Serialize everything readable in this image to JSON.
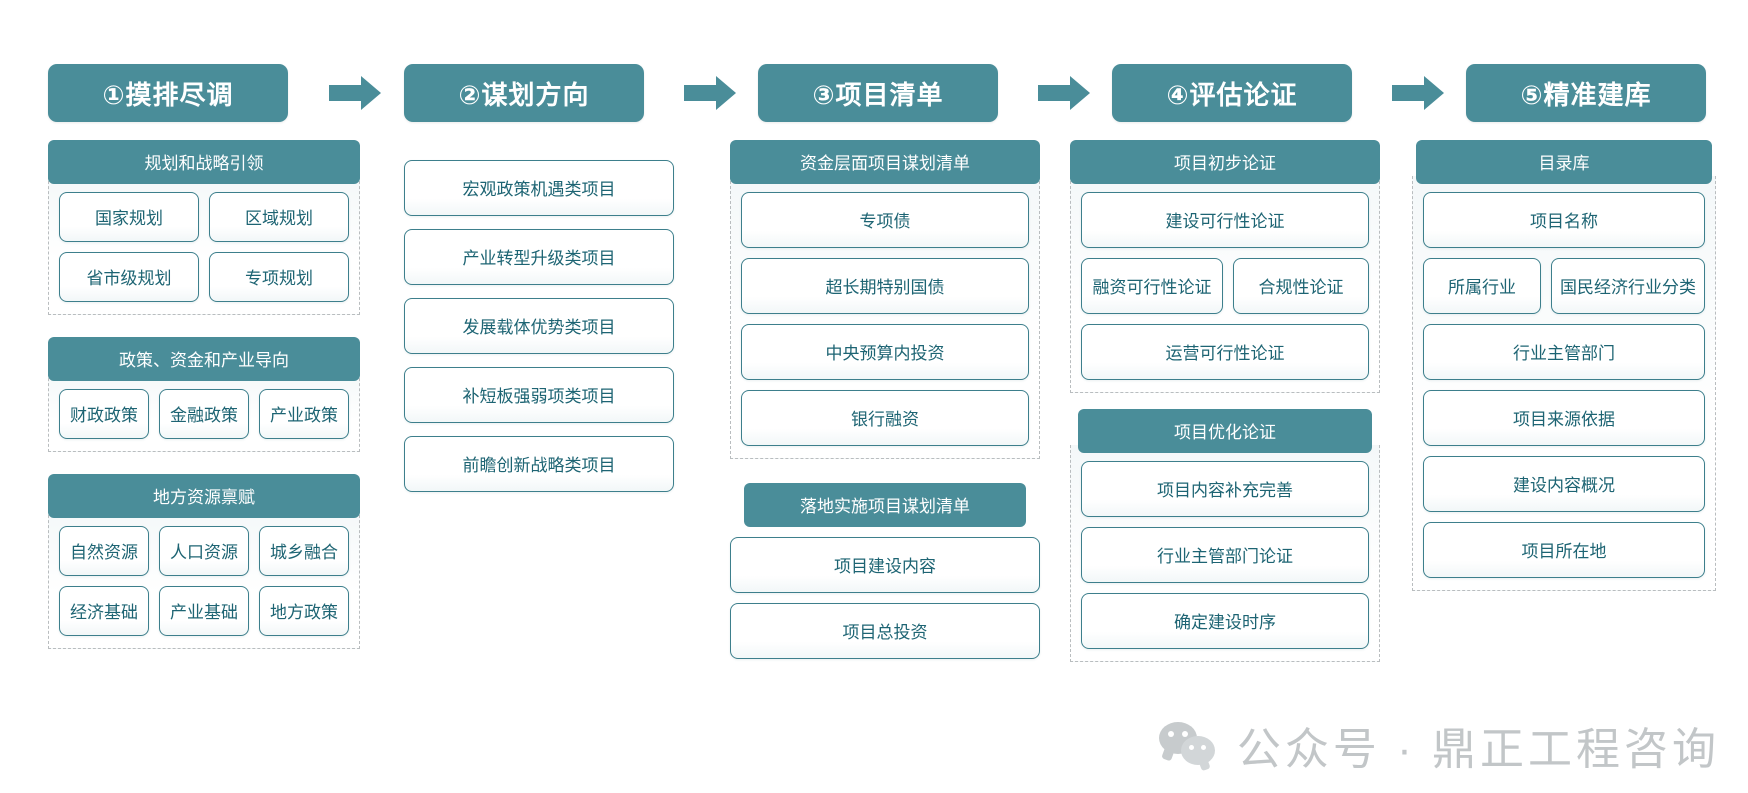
{
  "stages": [
    {
      "label": "①摸排尽调"
    },
    {
      "label": "②谋划方向"
    },
    {
      "label": "③项目清单"
    },
    {
      "label": "④评估论证"
    },
    {
      "label": "⑤精准建库"
    }
  ],
  "arrow_icon": "right-arrow-icon",
  "columns": {
    "col1": {
      "groups": [
        {
          "title": "规划和战略引领",
          "rows": [
            [
              "国家规划",
              "区域规划"
            ],
            [
              "省市级规划",
              "专项规划"
            ]
          ]
        },
        {
          "title": "政策、资金和产业导向",
          "rows": [
            [
              "财政政策",
              "金融政策",
              "产业政策"
            ]
          ]
        },
        {
          "title": "地方资源禀赋",
          "rows": [
            [
              "自然资源",
              "人口资源",
              "城乡融合"
            ],
            [
              "经济基础",
              "产业基础",
              "地方政策"
            ]
          ]
        }
      ]
    },
    "col2": {
      "items": [
        "宏观政策机遇类项目",
        "产业转型升级类项目",
        "发展载体优势类项目",
        "补短板强弱项类项目",
        "前瞻创新战略类项目"
      ]
    },
    "col3": {
      "groups": [
        {
          "title": "资金层面项目谋划清单",
          "rows": [
            [
              "专项债"
            ],
            [
              "超长期特别国债"
            ],
            [
              "中央预算内投资"
            ],
            [
              "银行融资"
            ]
          ]
        },
        {
          "title": "落地实施项目谋划清单",
          "dashed": false,
          "rows": [
            [
              "项目建设内容"
            ],
            [
              "项目总投资"
            ]
          ]
        }
      ]
    },
    "col4": {
      "groups": [
        {
          "title": "项目初步论证",
          "rows": [
            [
              "建设可行性论证"
            ],
            [
              "融资可行性论证",
              "合规性论证"
            ],
            [
              "运营可行性论证"
            ]
          ]
        },
        {
          "title": "项目优化论证",
          "rows": [
            [
              "项目内容补充完善"
            ],
            [
              "行业主管部门论证"
            ],
            [
              "确定建设时序"
            ]
          ]
        }
      ]
    },
    "col5": {
      "groups": [
        {
          "title": "目录库",
          "rows": [
            [
              "项目名称"
            ],
            [
              "所属行业",
              "国民经济行业分类"
            ],
            [
              "行业主管部门"
            ],
            [
              "项目来源依据"
            ],
            [
              "建设内容概况"
            ],
            [
              "项目所在地"
            ]
          ]
        }
      ]
    }
  },
  "watermark": {
    "icon": "wechat-icon",
    "text": "公众号 · 鼎正工程咨询"
  },
  "colors": {
    "accent": "#4a8d99",
    "item_border": "#3d7f8c",
    "item_text": "#1d6473",
    "dashed_border": "#b9bdbf",
    "watermark": "#c2c6c8"
  }
}
